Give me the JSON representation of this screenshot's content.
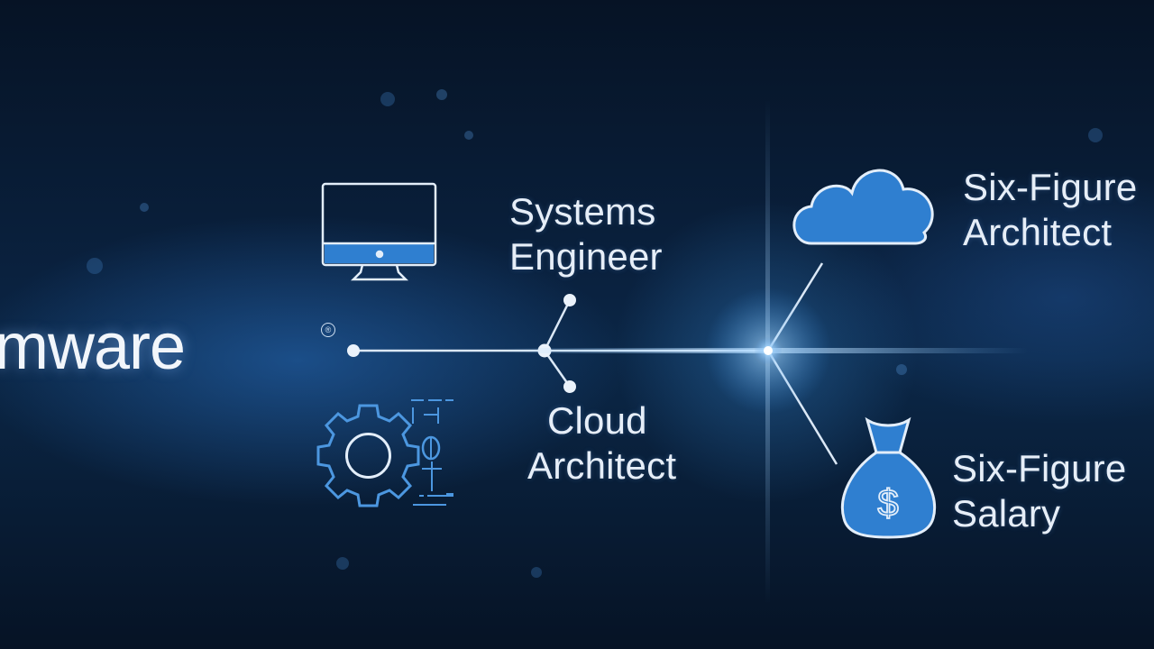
{
  "logo": {
    "text": "mware",
    "mark": "®"
  },
  "nodes": {
    "systems_engineer": {
      "line1": "Systems",
      "line2": "Engineer",
      "icon": "monitor-icon"
    },
    "cloud_architect": {
      "line1": "Cloud",
      "line2": "Architect",
      "icon": "gear-blueprint-icon"
    },
    "sixfig_architect": {
      "line1": "Six-Figure",
      "line2": "Architect",
      "icon": "cloud-icon"
    },
    "sixfig_salary": {
      "line1": "Six-Figure",
      "line2": "Salary",
      "icon": "money-bag-icon"
    }
  },
  "colors": {
    "accent": "#2f7fd0",
    "line": "#dbe8f6",
    "background": "#0a2240"
  }
}
